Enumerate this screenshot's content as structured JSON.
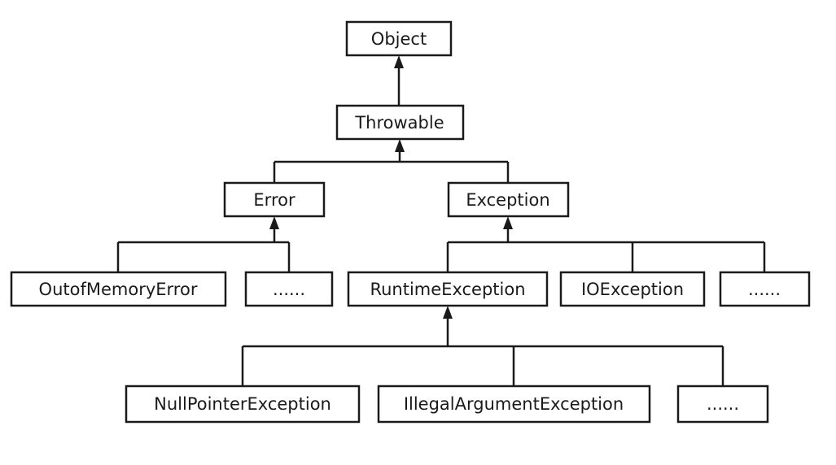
{
  "nodes": {
    "object": "Object",
    "throwable": "Throwable",
    "error": "Error",
    "exception": "Exception",
    "out_of_memory_error": "OutofMemoryError",
    "error_more": "......",
    "runtime_exception": "RuntimeException",
    "io_exception": "IOException",
    "exception_more": "......",
    "null_pointer_exception": "NullPointerException",
    "illegal_argument_exception": "IllegalArgumentException",
    "runtime_more": "......"
  },
  "edges": [
    {
      "from": "throwable",
      "to": "object"
    },
    {
      "from": "error",
      "to": "throwable"
    },
    {
      "from": "exception",
      "to": "throwable"
    },
    {
      "from": "out_of_memory_error",
      "to": "error"
    },
    {
      "from": "error_more",
      "to": "error"
    },
    {
      "from": "runtime_exception",
      "to": "exception"
    },
    {
      "from": "io_exception",
      "to": "exception"
    },
    {
      "from": "exception_more",
      "to": "exception"
    },
    {
      "from": "null_pointer_exception",
      "to": "runtime_exception"
    },
    {
      "from": "illegal_argument_exception",
      "to": "runtime_exception"
    },
    {
      "from": "runtime_more",
      "to": "runtime_exception"
    }
  ]
}
